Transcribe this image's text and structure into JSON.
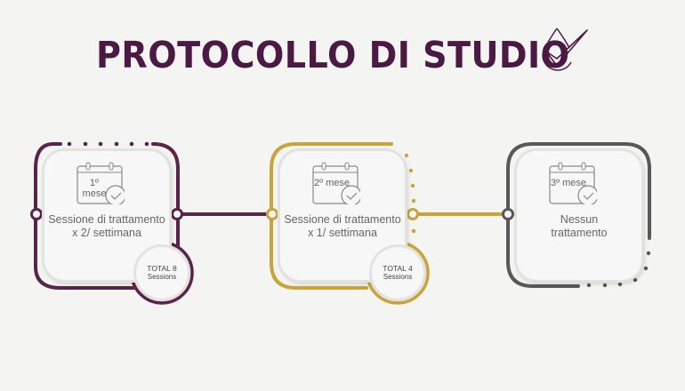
{
  "title": "PROTOCOLLO DI STUDIO",
  "title_icon": "drop-check-icon",
  "colors": {
    "purple": "#5a2448",
    "gold": "#c9a43a",
    "gray": "#58575a",
    "title": "#4b1a44"
  },
  "steps": [
    {
      "month": "1º mese",
      "description": "Sessione di trattamento x 2/ settimana",
      "badge_total": "TOTAL 8",
      "badge_unit": "Sessions"
    },
    {
      "month": "2º mese",
      "description": "Sessione di trattamento x 1/ settimana",
      "badge_total": "TOTAL 4",
      "badge_unit": "Sessions"
    },
    {
      "month": "3º mese",
      "description": "Nessun trattamento"
    }
  ]
}
